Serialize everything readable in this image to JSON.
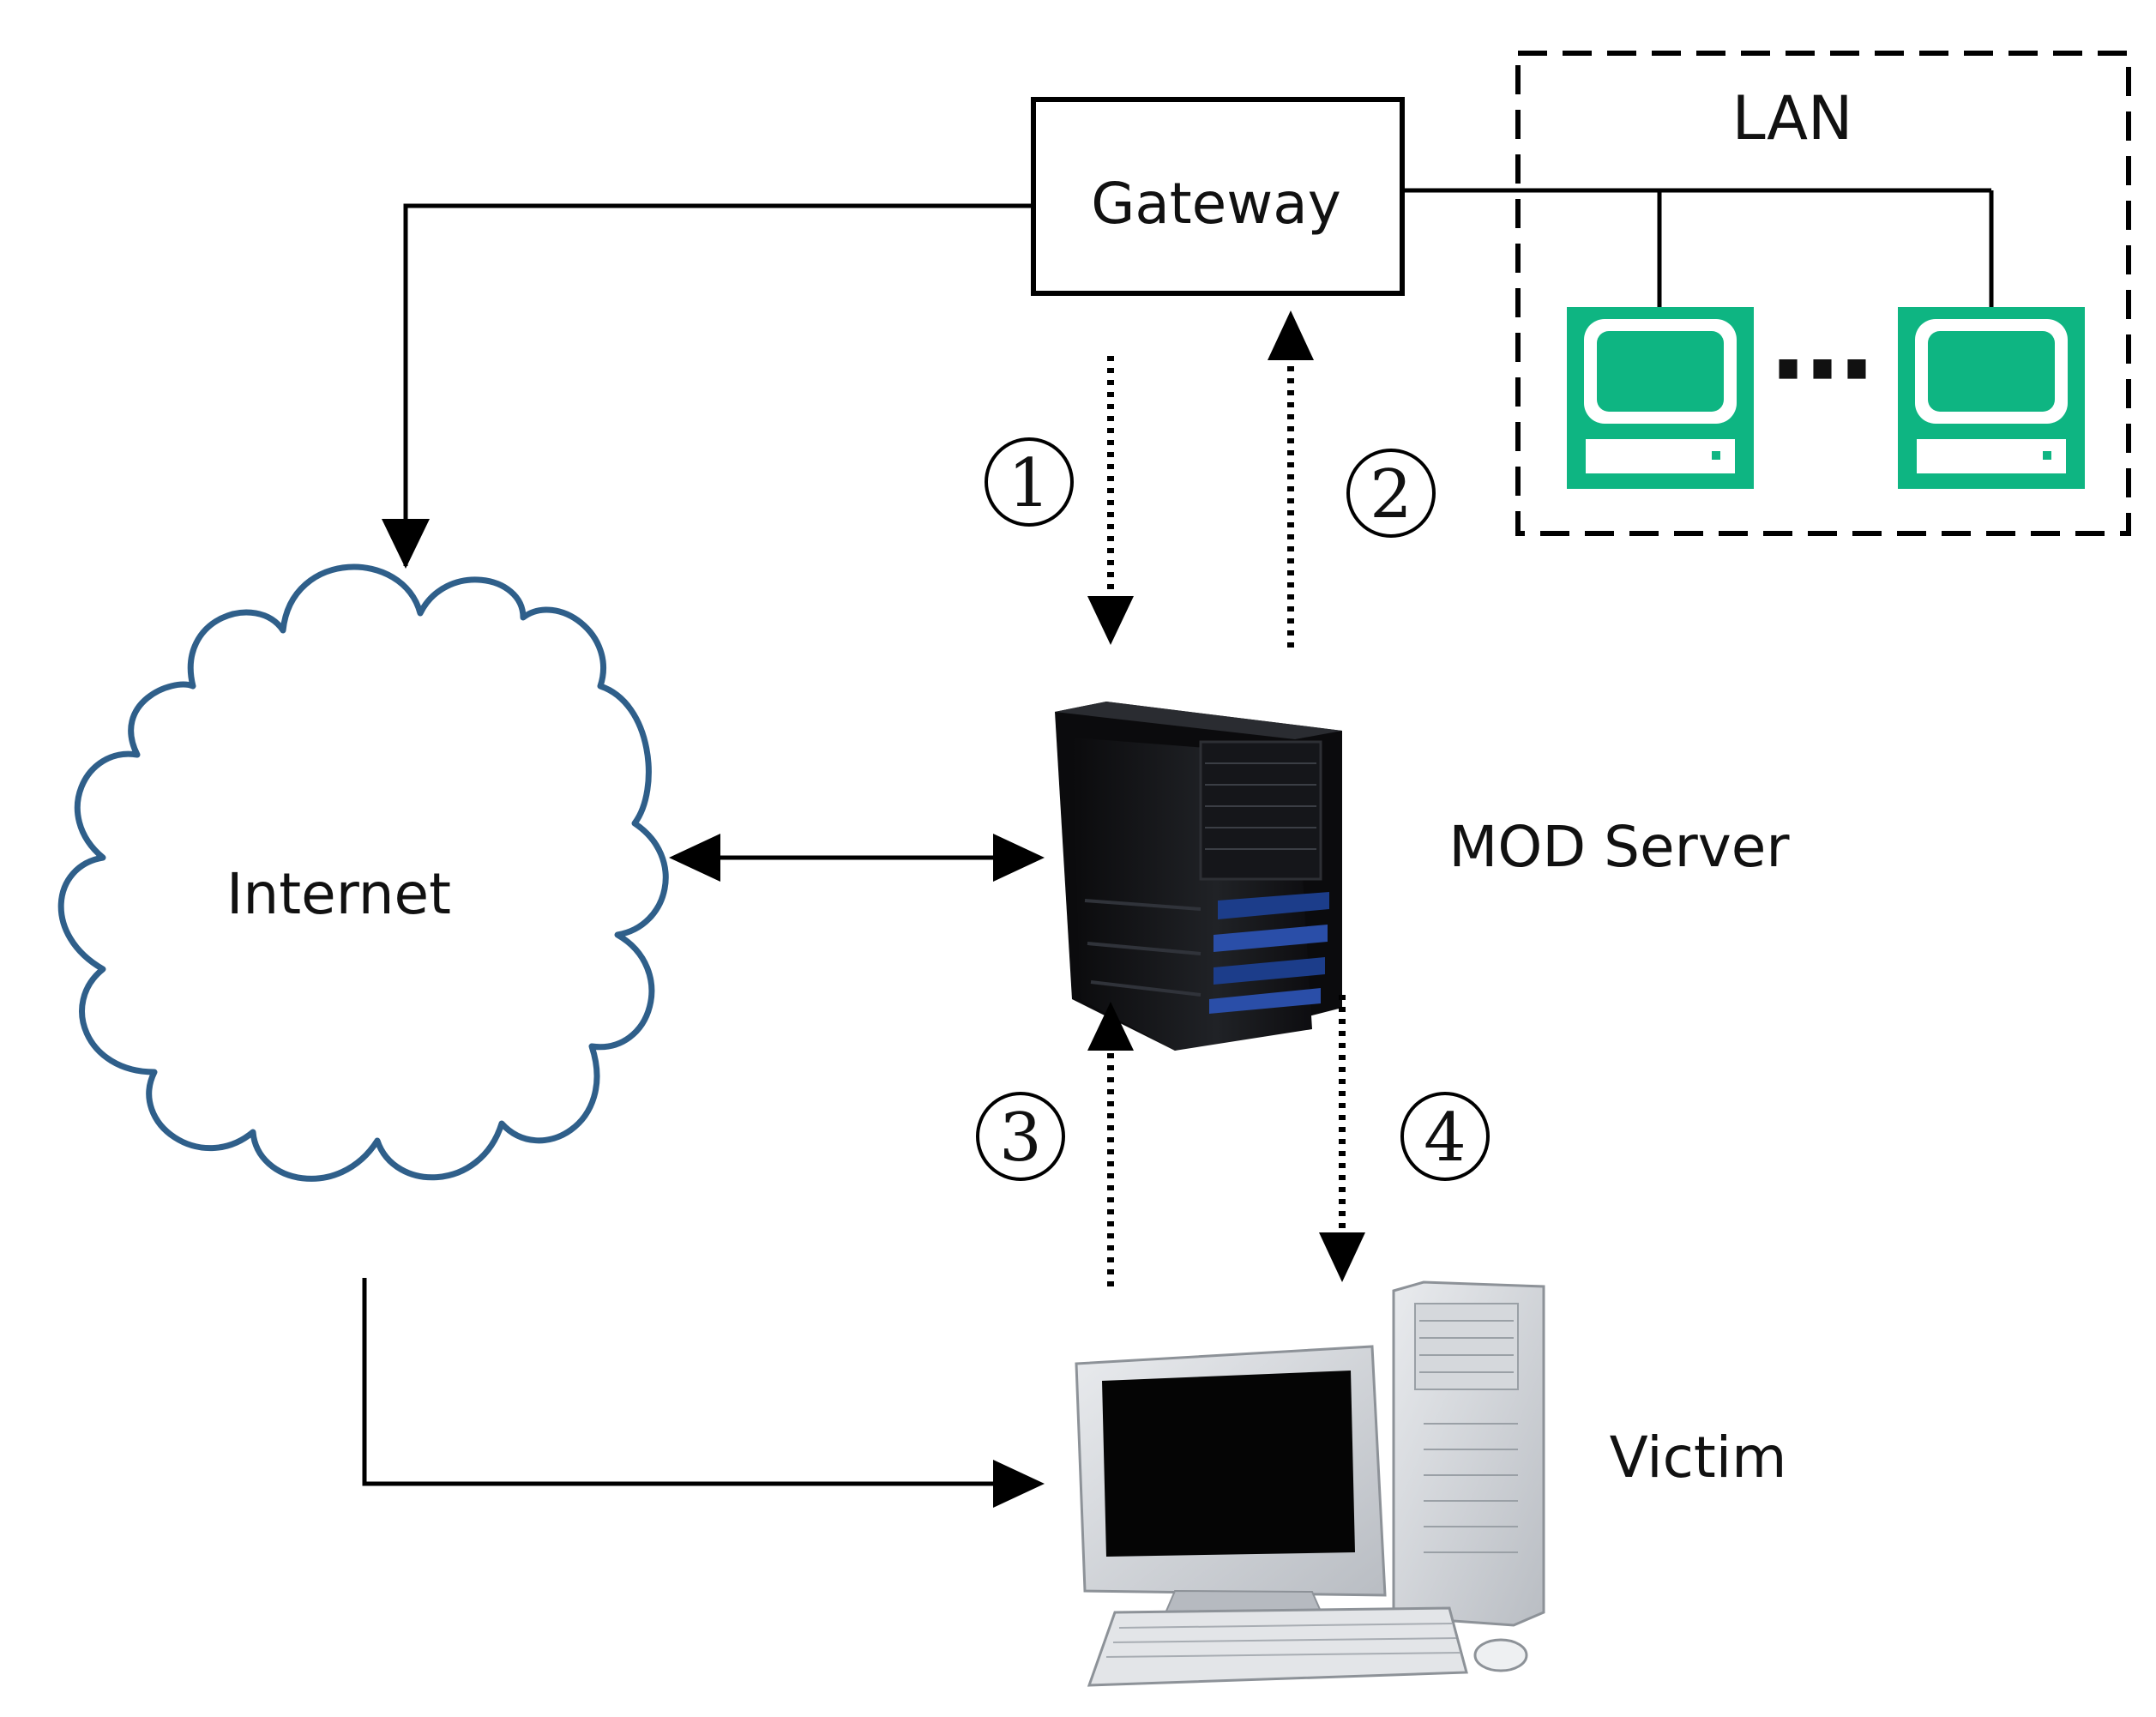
{
  "nodes": {
    "gateway": "Gateway",
    "lan": "LAN",
    "internet": "Internet",
    "mod_server": "MOD Server",
    "victim": "Victim",
    "lan_ellipsis": "⋯"
  },
  "steps": [
    "1",
    "2",
    "3",
    "4"
  ],
  "icons": {
    "cloud": "cloud-icon",
    "lan_pc": "desktop-computer-icon",
    "server": "tower-server-icon",
    "victim_pc": "desktop-pc-icon"
  },
  "colors": {
    "cloud_stroke": "#2f5f8a",
    "lan_pc": "#0eb582",
    "line": "#000000"
  }
}
